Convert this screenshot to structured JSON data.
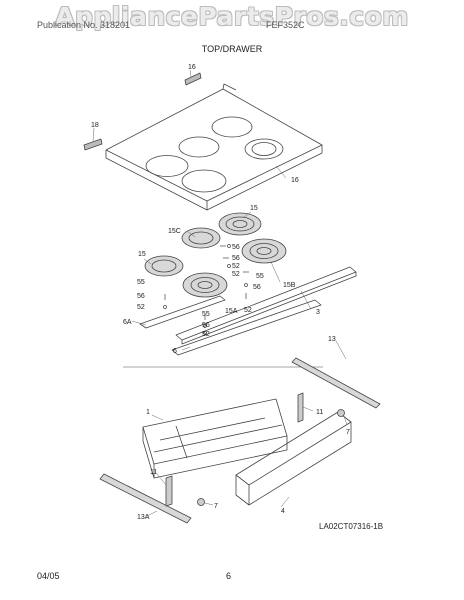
{
  "watermark": "AppliancePartsPros.com",
  "header": {
    "publication_text": "Publication No. 318201",
    "model_text": "FEF352C"
  },
  "section_title": "TOP/DRAWER",
  "footer": {
    "date": "04/05",
    "page": "6"
  },
  "drawing_ref": "LA02CT07316-1B",
  "callouts": [
    "16",
    "18",
    "16",
    "15",
    "15C",
    "56",
    "52",
    "15",
    "56",
    "52",
    "56",
    "55",
    "15B",
    "55",
    "56",
    "52",
    "52",
    "15A",
    "55",
    "56",
    "52",
    "3",
    "6A",
    "6",
    "13",
    "1",
    "11",
    "7",
    "11",
    "7",
    "4",
    "13A"
  ]
}
